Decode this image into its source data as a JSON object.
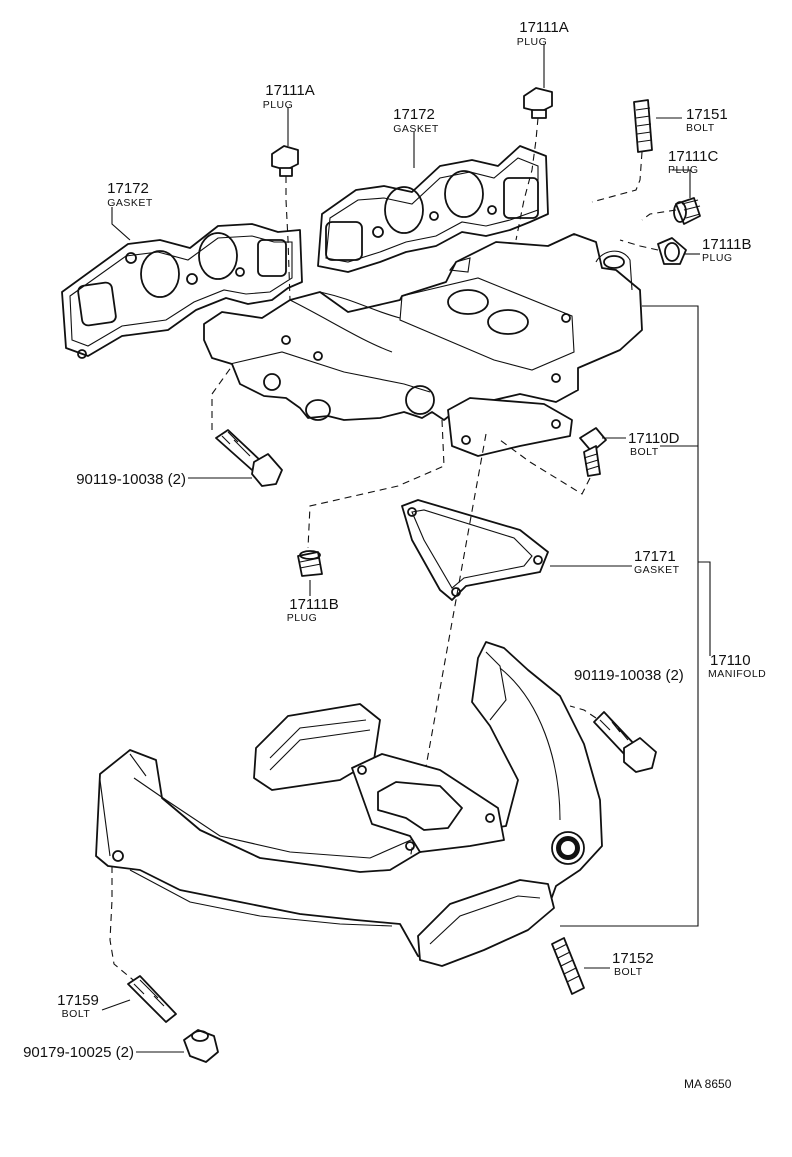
{
  "parts": [
    {
      "key": "plug_top",
      "number": "17111A",
      "name": "PLUG"
    },
    {
      "key": "plug_left",
      "number": "17111A",
      "name": "PLUG"
    },
    {
      "key": "gasket_center",
      "number": "17172",
      "name": "GASKET"
    },
    {
      "key": "gasket_left",
      "number": "17172",
      "name": "GASKET"
    },
    {
      "key": "bolt_17151",
      "number": "17151",
      "name": "BOLT"
    },
    {
      "key": "plug_17111c",
      "number": "17111C",
      "name": "PLUG"
    },
    {
      "key": "plug_17111b_right",
      "number": "17111B",
      "name": "PLUG"
    },
    {
      "key": "bolt_17110d",
      "number": "17110D",
      "name": "BOLT"
    },
    {
      "key": "plug_17111b_lower",
      "number": "17111B",
      "name": "PLUG"
    },
    {
      "key": "gasket_17171",
      "number": "17171",
      "name": "GASKET"
    },
    {
      "key": "manifold_17110",
      "number": "17110",
      "name": "MANIFOLD"
    },
    {
      "key": "bolt_17152",
      "number": "17152",
      "name": "BOLT"
    },
    {
      "key": "bolt_17159",
      "number": "17159",
      "name": "BOLT"
    }
  ],
  "fasteners": [
    {
      "key": "bolt_upper_left",
      "text": "90119-10038 (2)"
    },
    {
      "key": "bolt_right",
      "text": "90119-10038 (2)"
    },
    {
      "key": "nut_lower_left",
      "text": "90179-10025 (2)"
    }
  ],
  "figure_code": "MA 8650"
}
